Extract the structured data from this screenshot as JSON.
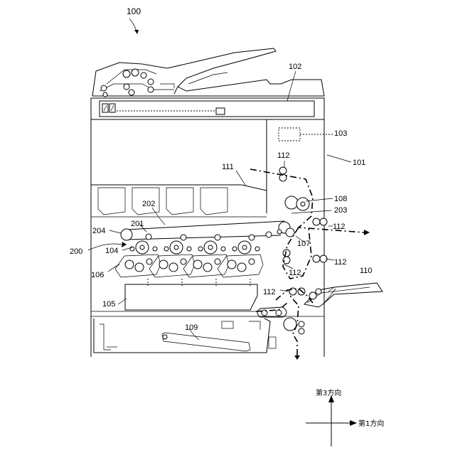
{
  "labels": {
    "l100": "100",
    "l101": "101",
    "l102": "102",
    "l103": "103",
    "l104": "104",
    "l105": "105",
    "l106": "106",
    "l107": "107",
    "l108": "108",
    "l109": "109",
    "l110": "110",
    "l111": "111",
    "l112a": "112",
    "l112b": "112",
    "l112c": "112",
    "l112d": "112",
    "l112e": "112",
    "l200": "200",
    "l201": "201",
    "l202": "202",
    "l203": "203",
    "l204": "204"
  },
  "axes": {
    "third_direction": "第3方向",
    "first_direction": "第1方向"
  }
}
